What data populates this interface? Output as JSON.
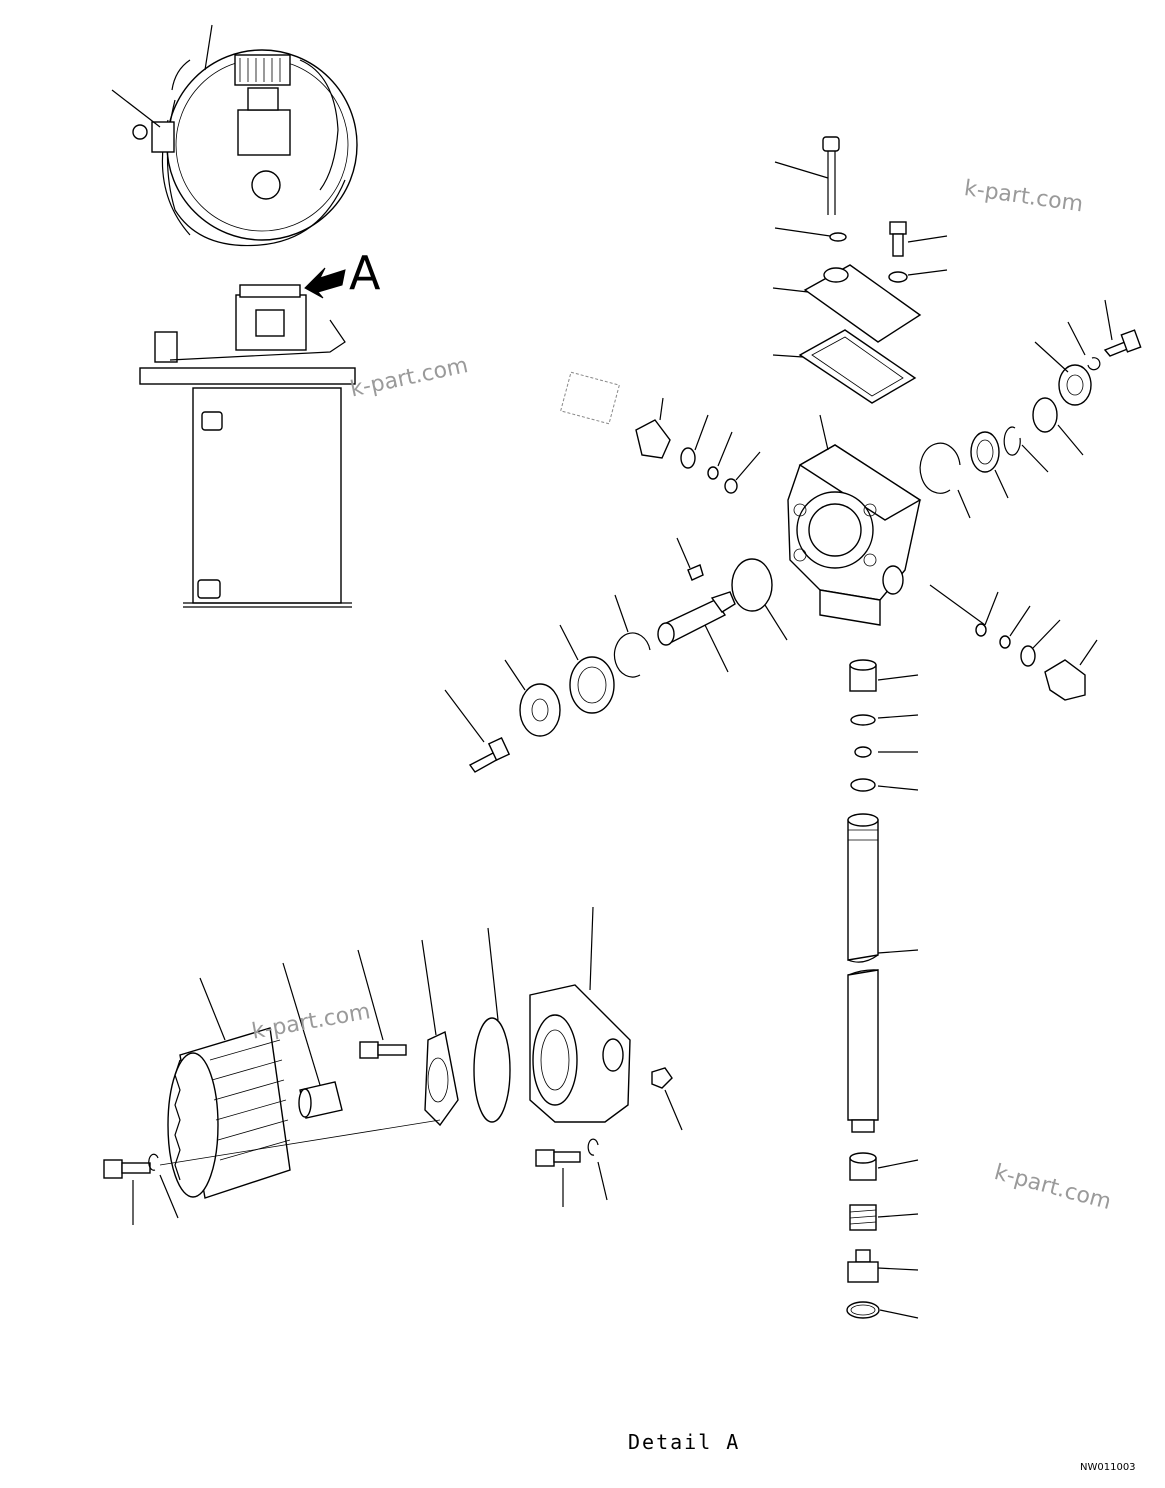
{
  "diagram": {
    "view_label": "A",
    "detail_caption": "Detail A",
    "drawing_number": "NW011003",
    "watermarks": [
      "k-part.com",
      "k-part.com",
      "k-part.com",
      "k-part.com"
    ]
  },
  "colors": {
    "line": "#000000",
    "background": "#ffffff",
    "watermark": "#9a9a9a"
  },
  "icons": [
    "view-arrow-icon"
  ]
}
